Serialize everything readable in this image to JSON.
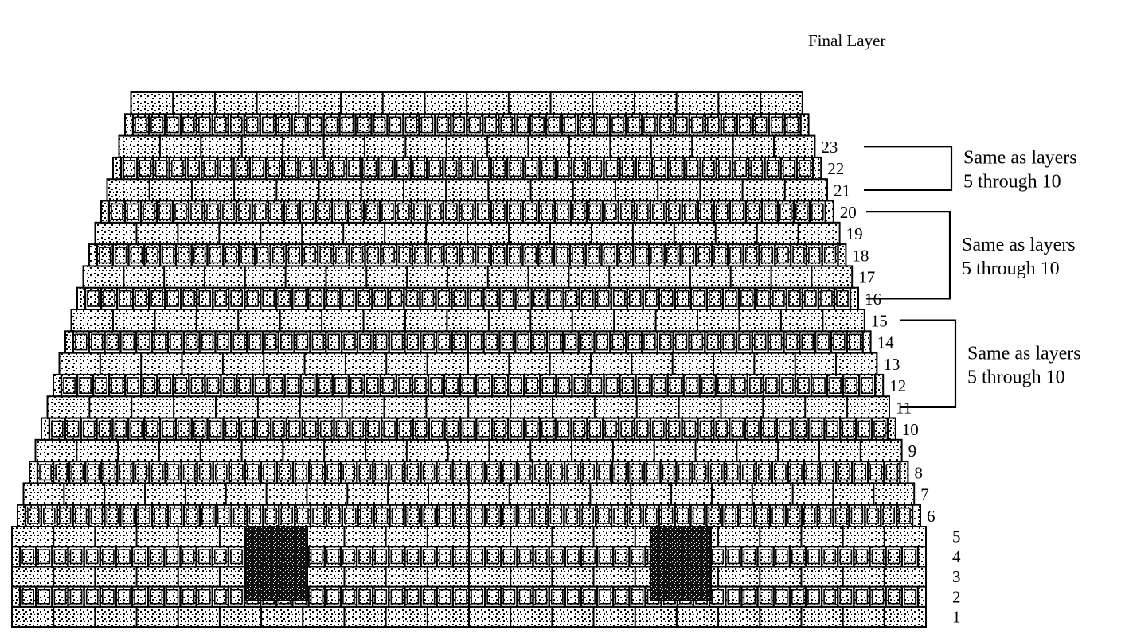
{
  "diagram": {
    "final_layer_label": "Final Layer",
    "layers": [
      {
        "number": "1",
        "style": "stretcher"
      },
      {
        "number": "2",
        "style": "header"
      },
      {
        "number": "3",
        "style": "stretcher"
      },
      {
        "number": "4",
        "style": "header"
      },
      {
        "number": "5",
        "style": "stretcher"
      },
      {
        "number": "6",
        "style": "header"
      },
      {
        "number": "7",
        "style": "stretcher"
      },
      {
        "number": "8",
        "style": "header"
      },
      {
        "number": "9",
        "style": "stretcher"
      },
      {
        "number": "10",
        "style": "header"
      },
      {
        "number": "11",
        "style": "stretcher"
      },
      {
        "number": "12",
        "style": "header"
      },
      {
        "number": "13",
        "style": "stretcher"
      },
      {
        "number": "14",
        "style": "header"
      },
      {
        "number": "15",
        "style": "stretcher"
      },
      {
        "number": "16",
        "style": "header"
      },
      {
        "number": "17",
        "style": "stretcher"
      },
      {
        "number": "18",
        "style": "header"
      },
      {
        "number": "19",
        "style": "stretcher"
      },
      {
        "number": "20",
        "style": "header"
      },
      {
        "number": "21",
        "style": "stretcher"
      },
      {
        "number": "22",
        "style": "header"
      },
      {
        "number": "23",
        "style": "stretcher"
      },
      {
        "number": "",
        "style": "header"
      },
      {
        "number": "",
        "style": "stretcher"
      }
    ],
    "brackets": [
      {
        "from_layer": "21",
        "to_layer": "23",
        "line1": "Same as layers",
        "line2": "5 through 10"
      },
      {
        "from_layer": "16",
        "to_layer": "20",
        "line1": "Same as layers",
        "line2": "5 through 10"
      },
      {
        "from_layer": "11",
        "to_layer": "15",
        "line1": "Same as layers",
        "line2": "5 through 10"
      }
    ],
    "colors": {
      "ink": "#000000",
      "paper": "#ffffff",
      "opening_fill": "#1a1a1a"
    }
  }
}
